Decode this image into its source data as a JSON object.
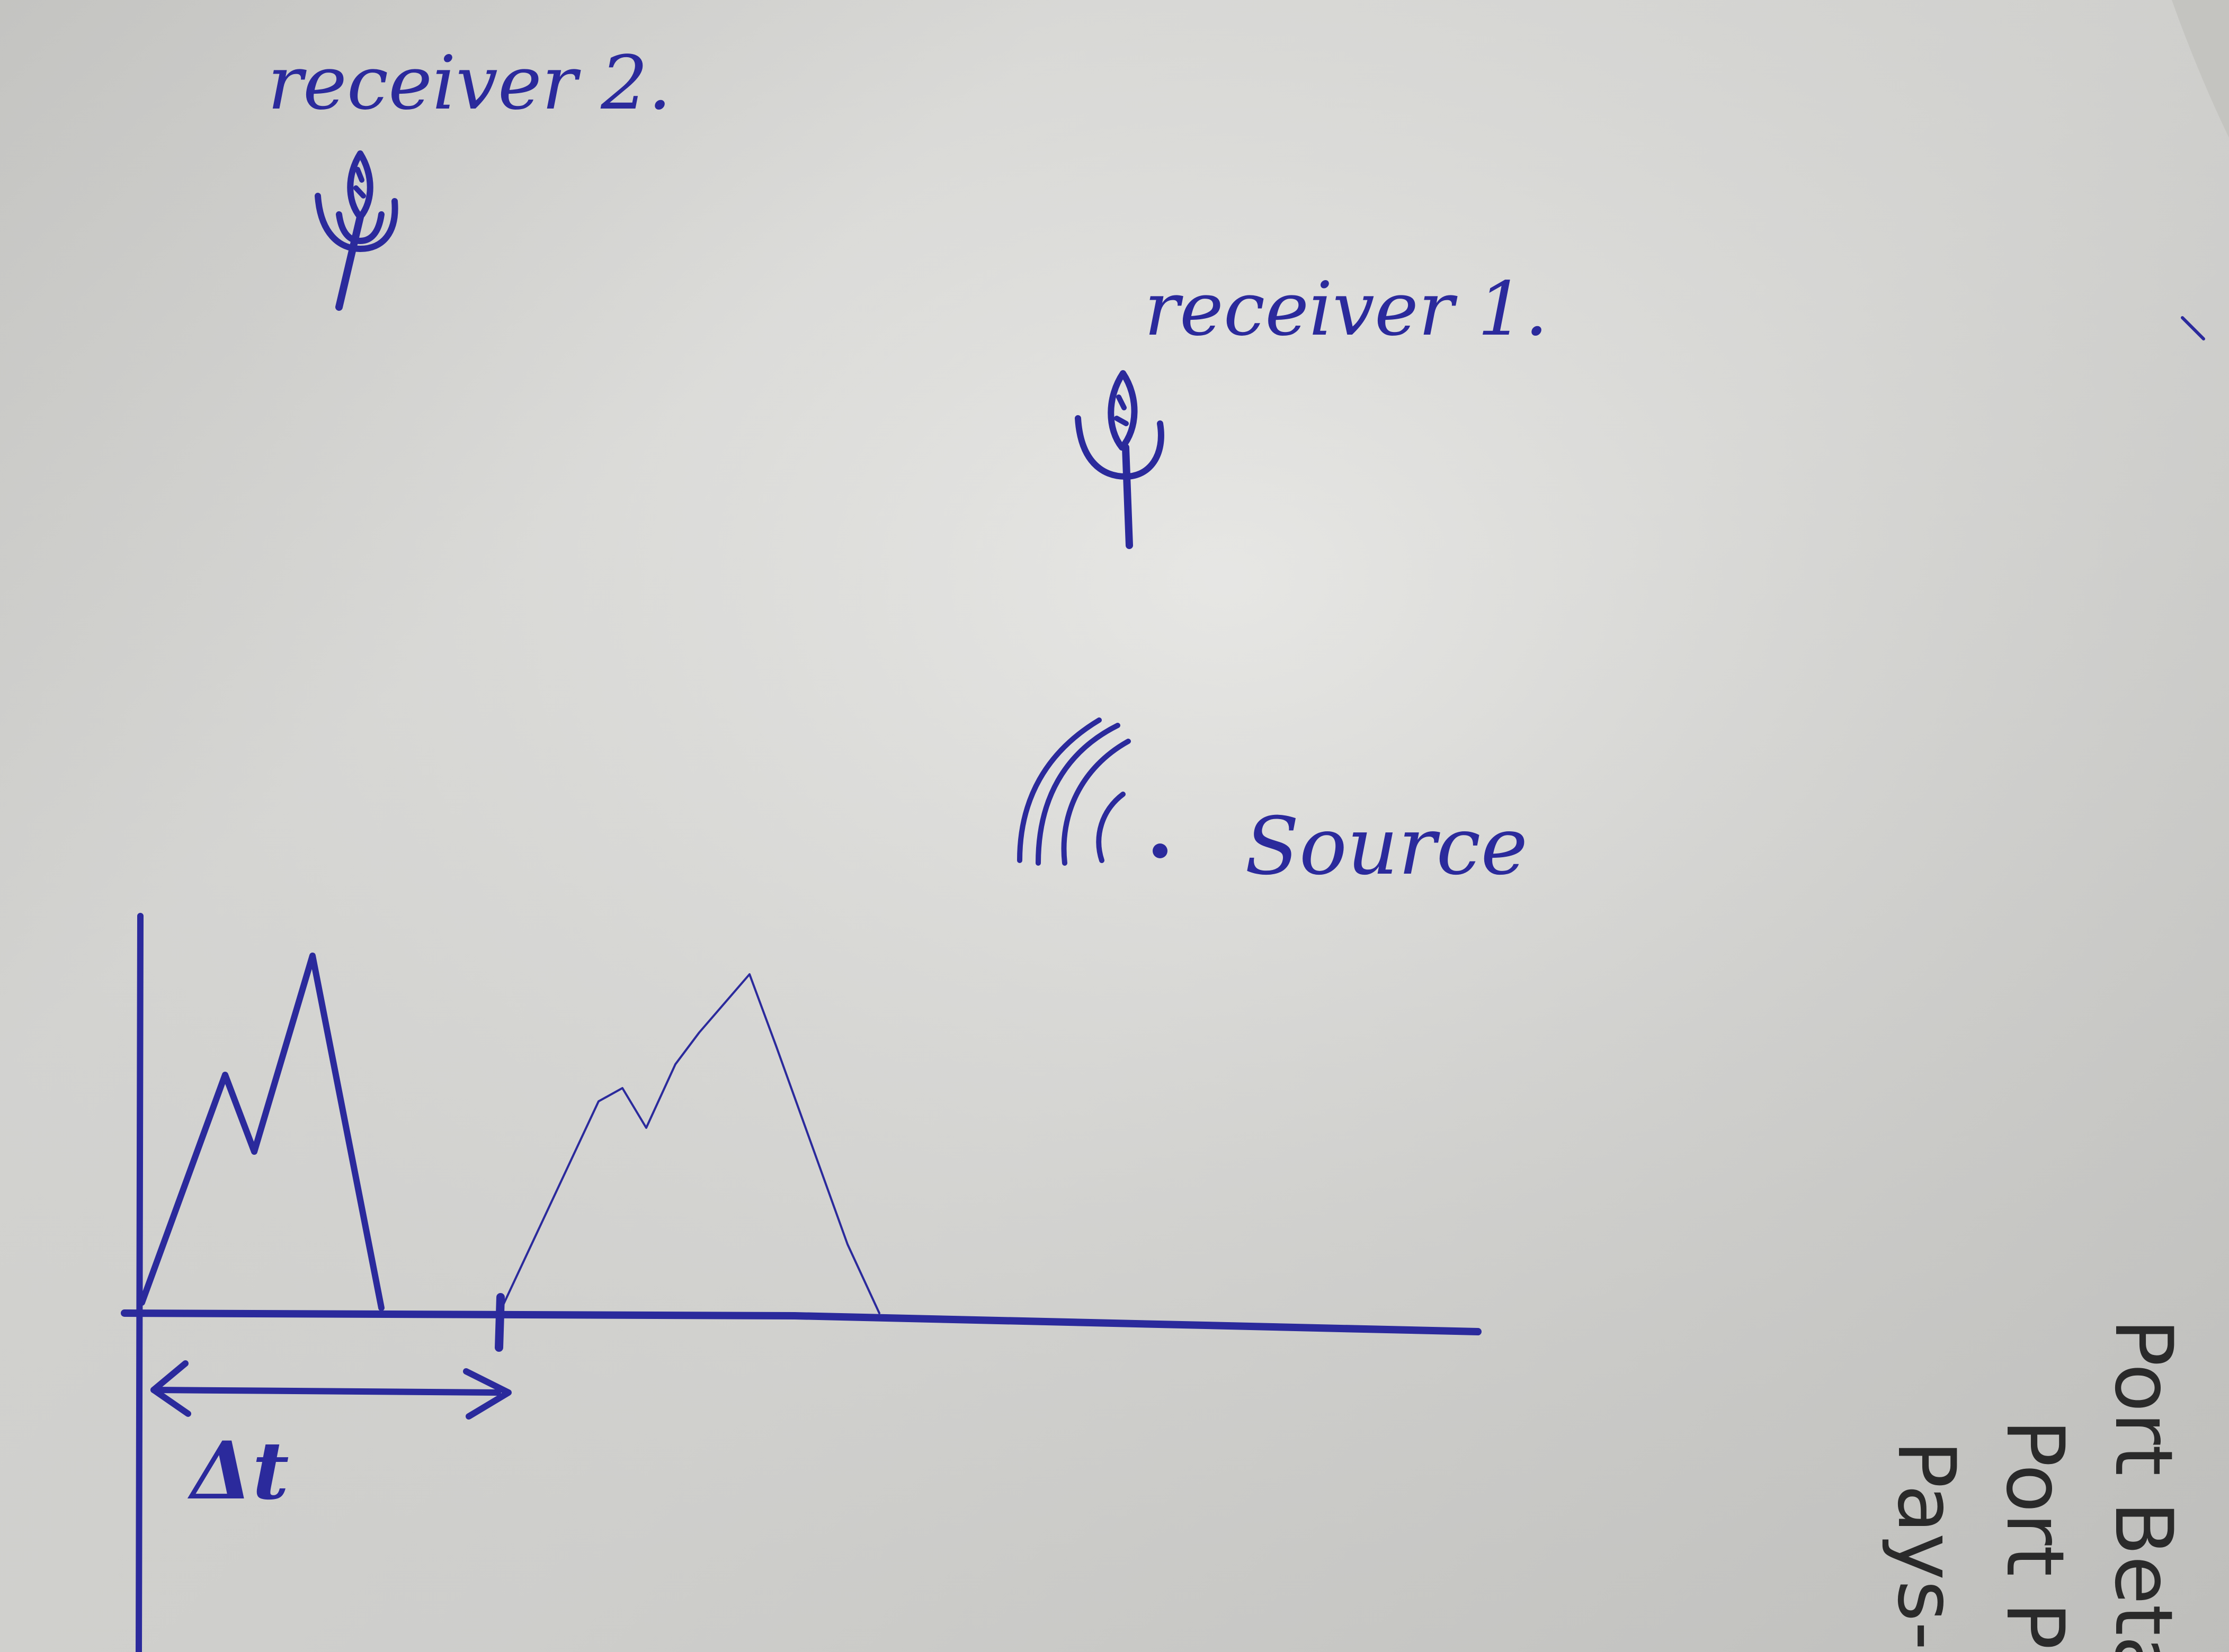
{
  "diagram": {
    "receivers": [
      {
        "label": "receiver 2.",
        "icon": "microphone-icon"
      },
      {
        "label": "receiver 1.",
        "icon": "microphone-icon"
      }
    ],
    "source": {
      "label": "Source",
      "icon": "sound-waves-icon"
    },
    "time_difference_label": "Δt",
    "colors": {
      "ink": "#2b2a9c",
      "paper": "#e2e2df",
      "printed_text": "#2a2a2a"
    }
  },
  "printed_margin_text": {
    "lines": [
      "Port Beta",
      "Port P",
      "Pays-"
    ]
  }
}
